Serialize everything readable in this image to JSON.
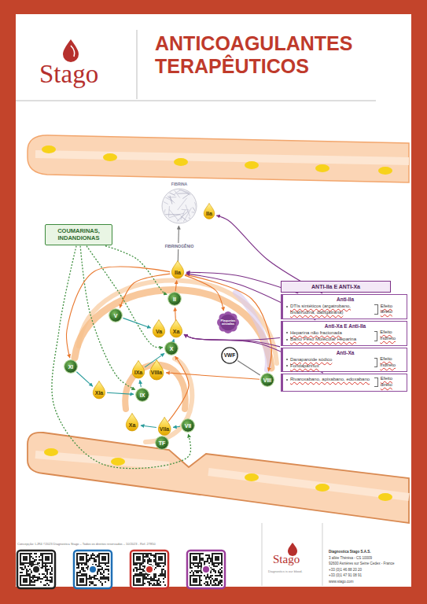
{
  "diagram": {
    "title": "ANTICOAGULANTES TERAPÊUTICOS",
    "nodes": [
      {
        "text": [
          "COUMARINAS, INDANDIONAS"
        ]
      },
      {
        "text": [
          "FIBRINA"
        ]
      },
      {
        "text": [
          "IIa"
        ]
      },
      {
        "text": [
          "IIa"
        ]
      },
      {
        "text": [
          "II"
        ]
      },
      {
        "text": [
          "V"
        ]
      },
      {
        "text": [
          "Va"
        ]
      },
      {
        "text": [
          "Xa"
        ]
      },
      {
        "text": [
          "Plaquetas ativadas"
        ]
      },
      {
        "text": [
          "X"
        ]
      },
      {
        "text": [
          "VWF"
        ]
      },
      {
        "text": [
          "IXa"
        ]
      },
      {
        "text": [
          "VIIIa"
        ]
      },
      {
        "text": [
          "VIII"
        ]
      },
      {
        "text": [
          "XI"
        ]
      },
      {
        "text": [
          "XIa"
        ]
      },
      {
        "text": [
          "IX"
        ]
      },
      {
        "text": [
          "Xa"
        ]
      },
      {
        "text": [
          "VIIa"
        ]
      },
      {
        "text": [
          "VII"
        ]
      },
      {
        "text": [
          "TF"
        ]
      },
      {
        "text": [
          "ANTI-IIa E ANTI-Xa"
        ]
      },
      {
        "text": [
          "Anti-IIa",
          "DTIs sintéticos (argatrobano, bivalirudina, dabigatrana)",
          "Efeito direto"
        ],
        "in": 21
      },
      {
        "text": [
          "Anti-Xa E Anti-IIa",
          "Heparina não fracionada",
          "Baixo Peso Molecular Heparina",
          "Efeito indireto"
        ],
        "in": 21
      },
      {
        "text": [
          "Anti-Xa",
          "Danaparoide sódico",
          "Fondaparinux",
          "Efeito indireto"
        ],
        "in": 21
      },
      {
        "text": [
          "Rivaroxabano, apixabano, edoxabano",
          "Efeito direto"
        ],
        "in": 21
      }
    ],
    "edges": [
      {
        "from": 0,
        "to": 4,
        "arrow": "to"
      },
      {
        "from": 0,
        "to": 9,
        "arrow": "to"
      },
      {
        "from": 0,
        "to": 16,
        "arrow": "to"
      },
      {
        "from": 0,
        "to": 19,
        "arrow": "to"
      },
      {
        "from": 14,
        "to": 15,
        "arrow": "to"
      },
      {
        "from": 15,
        "to": 16,
        "arrow": "to"
      },
      {
        "from": 16,
        "to": 11,
        "arrow": "to"
      },
      {
        "from": 11,
        "to": 9,
        "arrow": "to"
      },
      {
        "from": 9,
        "to": 7,
        "arrow": "to"
      },
      {
        "from": 5,
        "to": 6,
        "arrow": "to"
      },
      {
        "from": 7,
        "to": 4,
        "arrow": "to"
      },
      {
        "from": 4,
        "to": 3,
        "arrow": "to"
      },
      {
        "from": 3,
        "to": 5,
        "arrow": "to"
      },
      {
        "from": 3,
        "to": 13,
        "arrow": "to"
      },
      {
        "from": 13,
        "to": 12,
        "arrow": "to"
      },
      {
        "from": 3,
        "to": 14,
        "arrow": "to"
      },
      {
        "from": 3,
        "to": 8,
        "arrow": "to"
      },
      {
        "from": 10,
        "to": 13,
        "arrow": "none"
      },
      {
        "from": 3,
        "to": 1,
        "arrow": "to"
      },
      {
        "from": 22,
        "to": 2,
        "arrow": "to"
      },
      {
        "from": 22,
        "to": 3,
        "arrow": "to"
      },
      {
        "from": 23,
        "to": 3,
        "arrow": "to"
      },
      {
        "from": 23,
        "to": 7,
        "arrow": "to"
      },
      {
        "from": 24,
        "to": 7,
        "arrow": "to"
      },
      {
        "from": 25,
        "to": 7,
        "arrow": "to"
      },
      {
        "from": 18,
        "to": 9,
        "arrow": "to"
      },
      {
        "from": 19,
        "to": 18,
        "arrow": "to"
      },
      {
        "from": 18,
        "to": 17,
        "arrow": "to"
      }
    ],
    "labels": [
      "Stago",
      "FIBRINOGÊNIO",
      "Concepção: LJR4 ©2023 Diagnostica Stago – Todos os direitos reservados – 10/2023 - Ref. 27850",
      "Stago",
      "Diagnostics is our blood.",
      "Diagnostica Stago S.A.S.",
      "3 allée Thérésa - CS 10009",
      "92600 Asnières sur Seine Cedex - France",
      "+33 (0)1 46 88 20 20",
      "+33 (0)1 47 91 08 91",
      "www.stago.com"
    ]
  }
}
